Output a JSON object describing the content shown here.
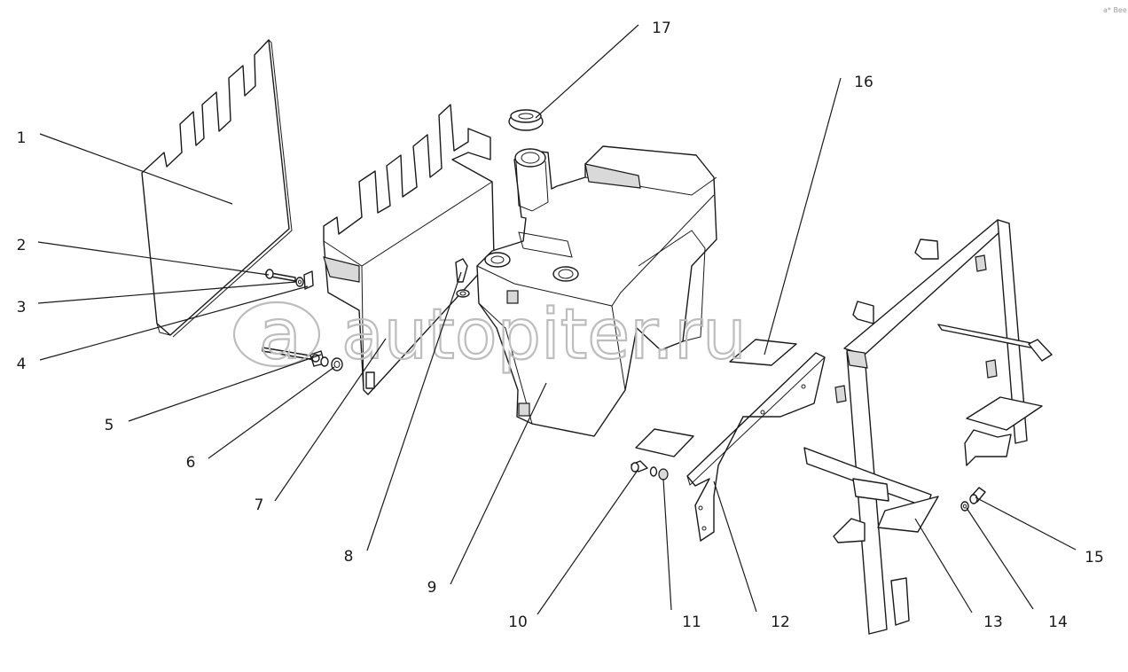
{
  "callouts": [
    {
      "label": "1"
    },
    {
      "label": "2"
    },
    {
      "label": "3"
    },
    {
      "label": "4"
    },
    {
      "label": "5"
    },
    {
      "label": "6"
    },
    {
      "label": "7"
    },
    {
      "label": "8"
    },
    {
      "label": "9"
    },
    {
      "label": "10"
    },
    {
      "label": "11"
    },
    {
      "label": "12"
    },
    {
      "label": "13"
    },
    {
      "label": "14"
    },
    {
      "label": "15"
    },
    {
      "label": "16"
    },
    {
      "label": "17"
    }
  ],
  "watermark": {
    "text": "autopiter.ru",
    "corner_text": "a* Bee"
  },
  "colors": {
    "line": "#1a1a1a",
    "watermark": "#bdbdbd",
    "background": "#ffffff"
  }
}
